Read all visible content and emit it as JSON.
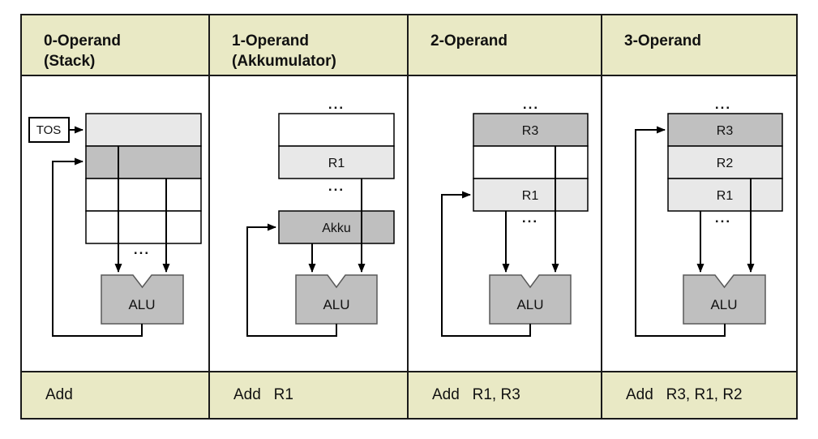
{
  "labels": {
    "tos": "TOS",
    "akku": "Akku",
    "alu": "ALU",
    "ellipsis": "..."
  },
  "columns": [
    {
      "header": [
        "0-Operand",
        "(Stack)"
      ],
      "instruction": "Add",
      "registers": []
    },
    {
      "header": [
        "1-Operand",
        "(Akkumulator)"
      ],
      "instruction": "Add   R1",
      "registers": [
        "R1"
      ]
    },
    {
      "header": [
        "2-Operand"
      ],
      "instruction": "Add   R1, R3",
      "registers": [
        "R3",
        "R1"
      ]
    },
    {
      "header": [
        "3-Operand"
      ],
      "instruction": "Add   R3, R1, R2",
      "registers": [
        "R3",
        "R2",
        "R1"
      ]
    }
  ],
  "colors": {
    "header_bg": "#e9e9c5",
    "cell_light": "#e8e8e8",
    "cell_mid": "#c0c0c0",
    "alu_fill": "#bfbfbf",
    "line": "#000000"
  }
}
